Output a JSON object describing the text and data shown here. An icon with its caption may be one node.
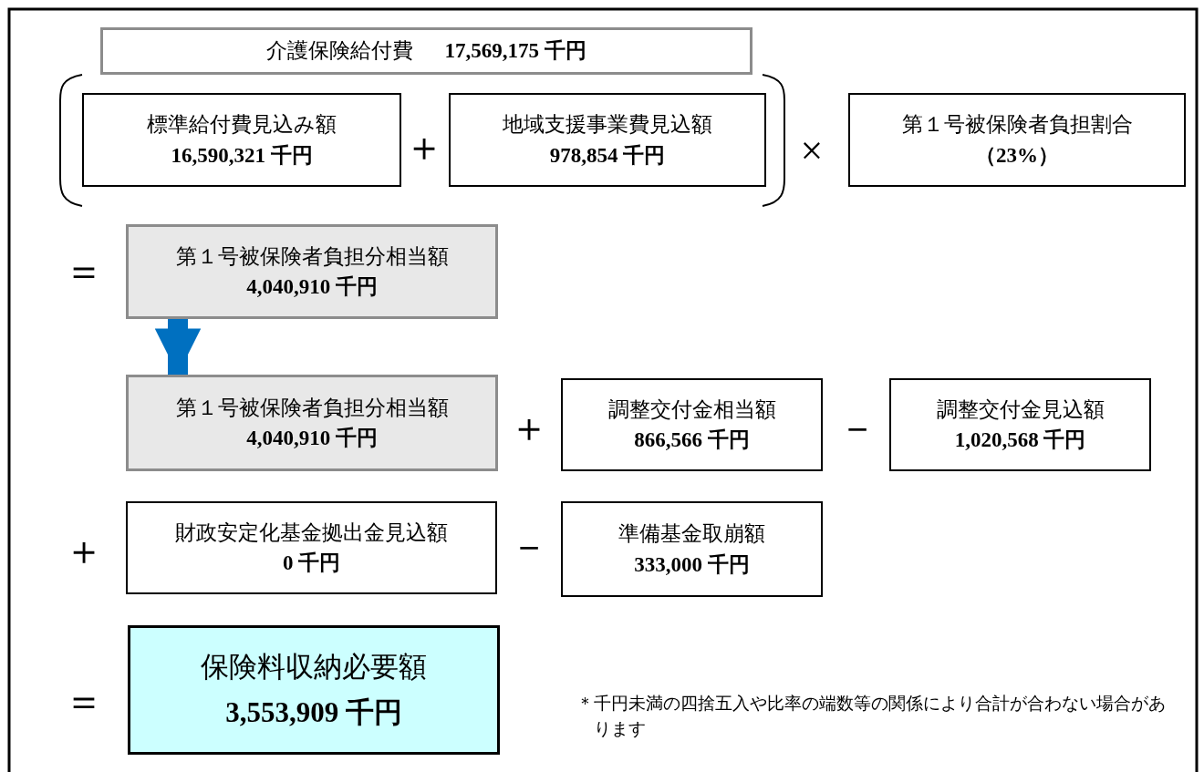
{
  "diagram": {
    "nodes": [
      {
        "text": [
          "介護保険給付費",
          "17,569,175 千円"
        ]
      },
      {
        "text": [
          "標準給付費見込み額",
          "16,590,321 千円"
        ]
      },
      {
        "text": [
          "地域支援事業費見込額",
          "978,854 千円"
        ]
      },
      {
        "text": [
          "第１号被保険者負担割合",
          "（23%）"
        ]
      },
      {
        "text": [
          "第１号被保険者負担分相当額",
          "4,040,910 千円"
        ]
      },
      {
        "text": [
          "第１号被保険者負担分相当額",
          "4,040,910 千円"
        ]
      },
      {
        "text": [
          "調整交付金相当額",
          "866,566 千円"
        ]
      },
      {
        "text": [
          "調整交付金見込額",
          "1,020,568 千円"
        ]
      },
      {
        "text": [
          "財政安定化基金拠出金見込額",
          "0 千円"
        ]
      },
      {
        "text": [
          "準備基金取崩額",
          "333,000 千円"
        ]
      },
      {
        "text": [
          "保険料収納必要額",
          "3,553,909 千円"
        ]
      }
    ],
    "edges": [
      {
        "from": 4,
        "to": 5,
        "arrow": "to",
        "color": "#0070c0"
      }
    ],
    "labels": [
      "＋",
      "×",
      "＝",
      "＋",
      "－",
      "＋",
      "－",
      "＝",
      "＊千円未満の四捨五入や比率の端数等の関係により合計が合わない場合があります"
    ]
  }
}
